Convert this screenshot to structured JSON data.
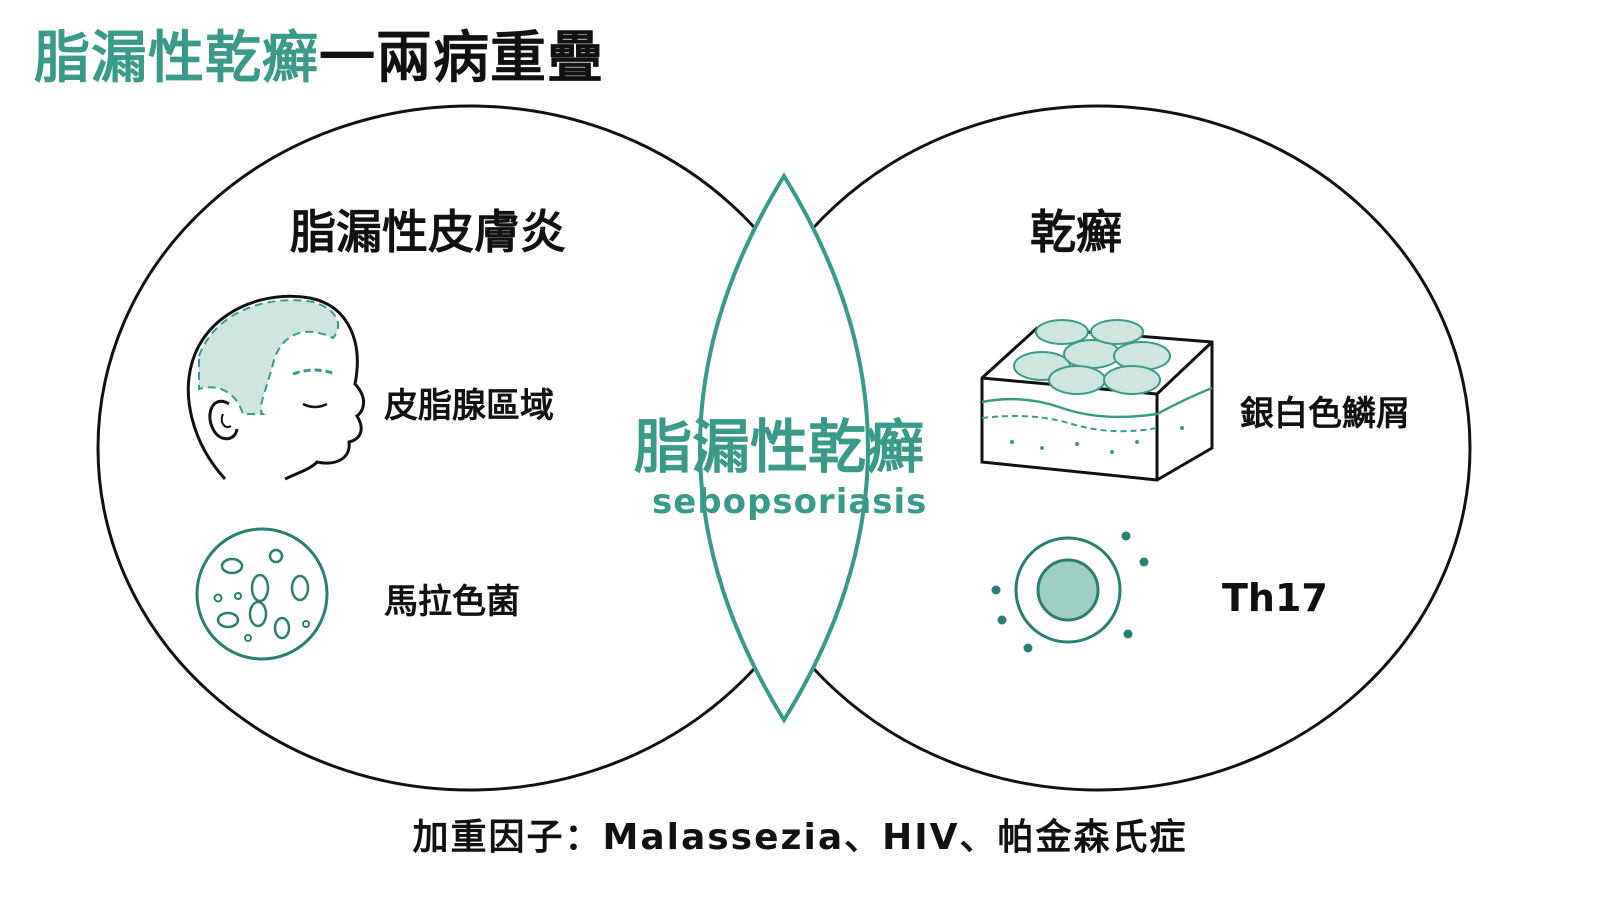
{
  "title": {
    "accent": "脂漏性乾癬",
    "rest": "一兩病重疊"
  },
  "left_set": {
    "title": "脂漏性皮膚炎",
    "items": [
      {
        "label": "皮脂腺區域",
        "icon": "head-profile-icon"
      },
      {
        "label": "馬拉色菌",
        "icon": "yeast-cells-icon"
      }
    ]
  },
  "right_set": {
    "title": "乾癬",
    "items": [
      {
        "label": "銀白色鱗屑",
        "icon": "skin-scales-icon"
      },
      {
        "label": "Th17",
        "icon": "immune-cell-icon"
      }
    ]
  },
  "intersection": {
    "title": "脂漏性乾癬",
    "subtitle": "sebopsoriasis"
  },
  "footer": "加重因子：Malassezia、HIV、帕金森氏症",
  "colors": {
    "accent": "#3a9a8a",
    "accent_fill": "#cfe6e0",
    "outline": "#111111"
  }
}
